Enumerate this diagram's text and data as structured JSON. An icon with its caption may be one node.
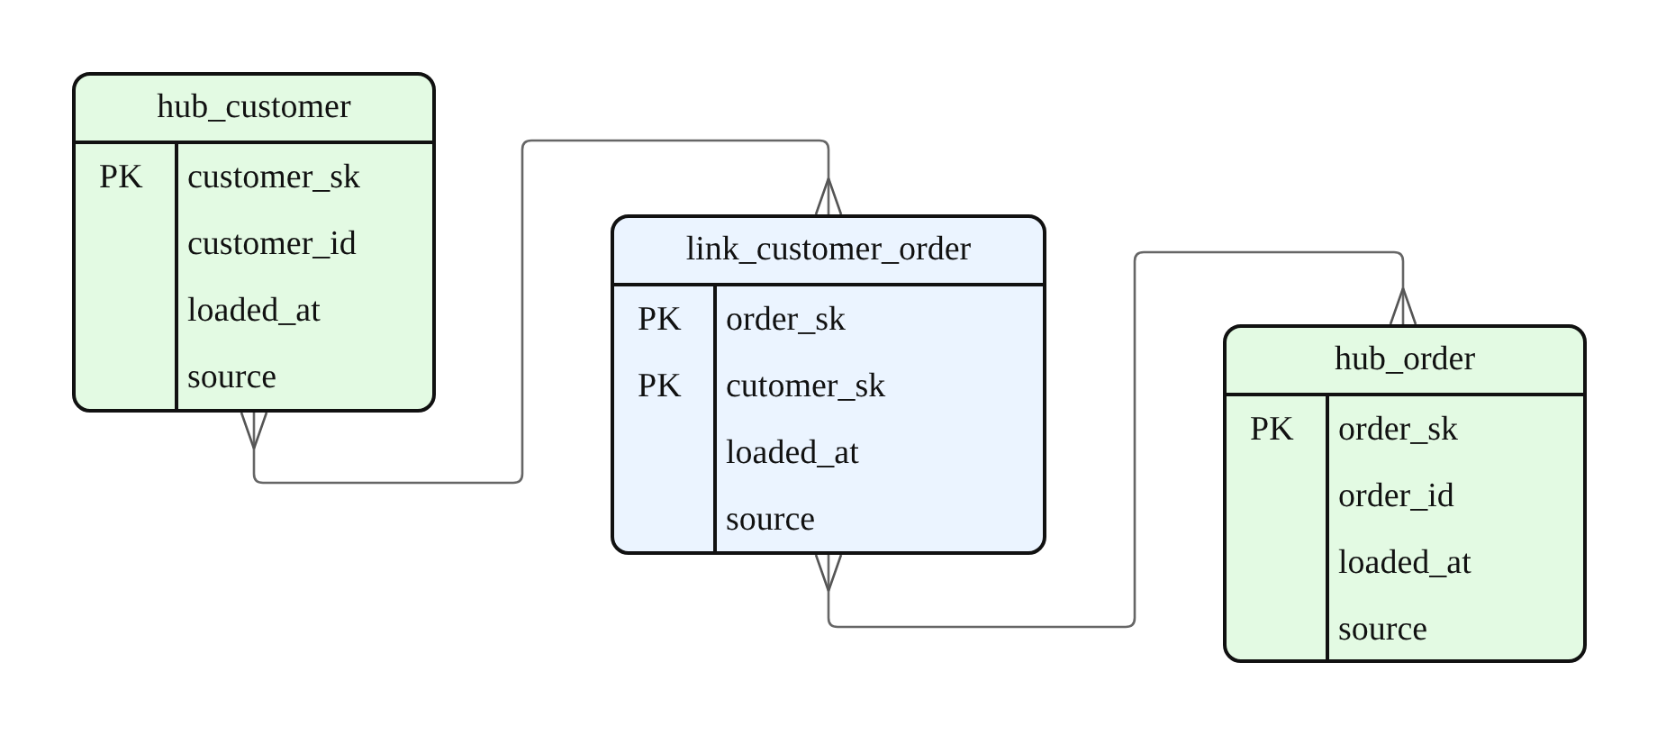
{
  "diagram": {
    "nodes": [
      {
        "text": [
          "hub_customer"
        ]
      },
      {
        "text": [
          "PK"
        ],
        "in": 0
      },
      {
        "text": [
          "customer_sk",
          "customer_id",
          "loaded_at",
          "source"
        ],
        "in": 0
      },
      {
        "text": [
          "link_customer_order"
        ]
      },
      {
        "text": [
          "PK",
          "PK"
        ],
        "in": 3
      },
      {
        "text": [
          "order_sk",
          "cutomer_sk",
          "loaded_at",
          "source"
        ],
        "in": 3
      },
      {
        "text": [
          "hub_order"
        ]
      },
      {
        "text": [
          "PK"
        ],
        "in": 6
      },
      {
        "text": [
          "order_sk",
          "order_id",
          "loaded_at",
          "source"
        ],
        "in": 6
      }
    ],
    "edges": [
      {
        "from": 0,
        "to": 3,
        "arrow": "other"
      },
      {
        "from": 3,
        "to": 6,
        "arrow": "other"
      }
    ]
  }
}
